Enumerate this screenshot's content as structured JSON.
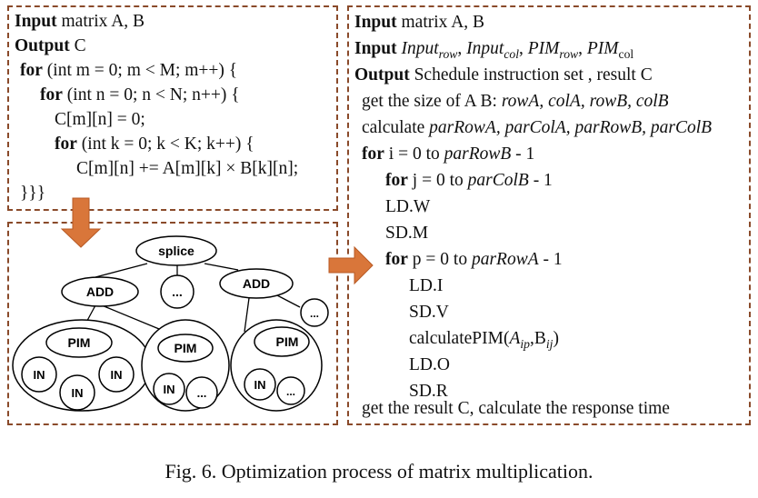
{
  "code": {
    "input_kw": "Input",
    "input_text": " matrix A, B",
    "output_kw": "Output",
    "output_text": " C",
    "for1_kw": "for",
    "for1_text": " (int m = 0; m < M; m++) {",
    "for2_kw": "for",
    "for2_text": " (int n = 0; n < N; n++) {",
    "init": "C[m][n] = 0;",
    "for3_kw": "for",
    "for3_text": " (int k = 0; k < K; k++) {",
    "accum": "C[m][n] += A[m][k] × B[k][n];",
    "close": "}}}"
  },
  "tree": {
    "root": "splice",
    "add_left": "ADD",
    "add_right": "ADD",
    "ellipsis": "...",
    "pim": "PIM",
    "in": "IN"
  },
  "schedule": {
    "l1_kw": "Input",
    "l1_text": " matrix A, B",
    "l2_kw": "Input",
    "l2_input_base": "Input",
    "l2_row": "row",
    "l2_col": "col",
    "l2_pim_base": "PIM",
    "l2_pim_row": "row",
    "l2_pim_col": "col",
    "l3_kw": "Output",
    "l3_text": " Schedule instruction set , result C",
    "l4_text": "get the size of A B: ",
    "l4_vars": "rowA, colA, rowB, colB",
    "l5_text": "calculate ",
    "l5_vars": "parRowA, parColA, parRowB, parColB",
    "l6_kw": "for",
    "l6_text": "  i = 0  to  ",
    "l6_var": "parRowB",
    "l6_tail": " - 1",
    "l7_kw": "for",
    "l7_text": "  j = 0  to  ",
    "l7_var": "parColB",
    "l7_tail": " - 1",
    "l8": "LD.W",
    "l9": "SD.M",
    "l10_kw": "for",
    "l10_text": "  p = 0  to  ",
    "l10_var": "parRowA",
    "l10_tail": " - 1",
    "l11": "LD.I",
    "l12": "SD.V",
    "l13_fn": "calculatePIM(",
    "l13_a": "A",
    "l13_a_sub": "ip",
    "l13_sep": ",B",
    "l13_b_sub": "ij",
    "l13_close": ")",
    "l14": "LD.O",
    "l15": "SD.R",
    "l16": "get the result C, calculate the response time"
  },
  "caption": "Fig. 6.  Optimization process of matrix multiplication.",
  "colors": {
    "border": "#8a4a2a",
    "arrow": "#d9763a"
  }
}
